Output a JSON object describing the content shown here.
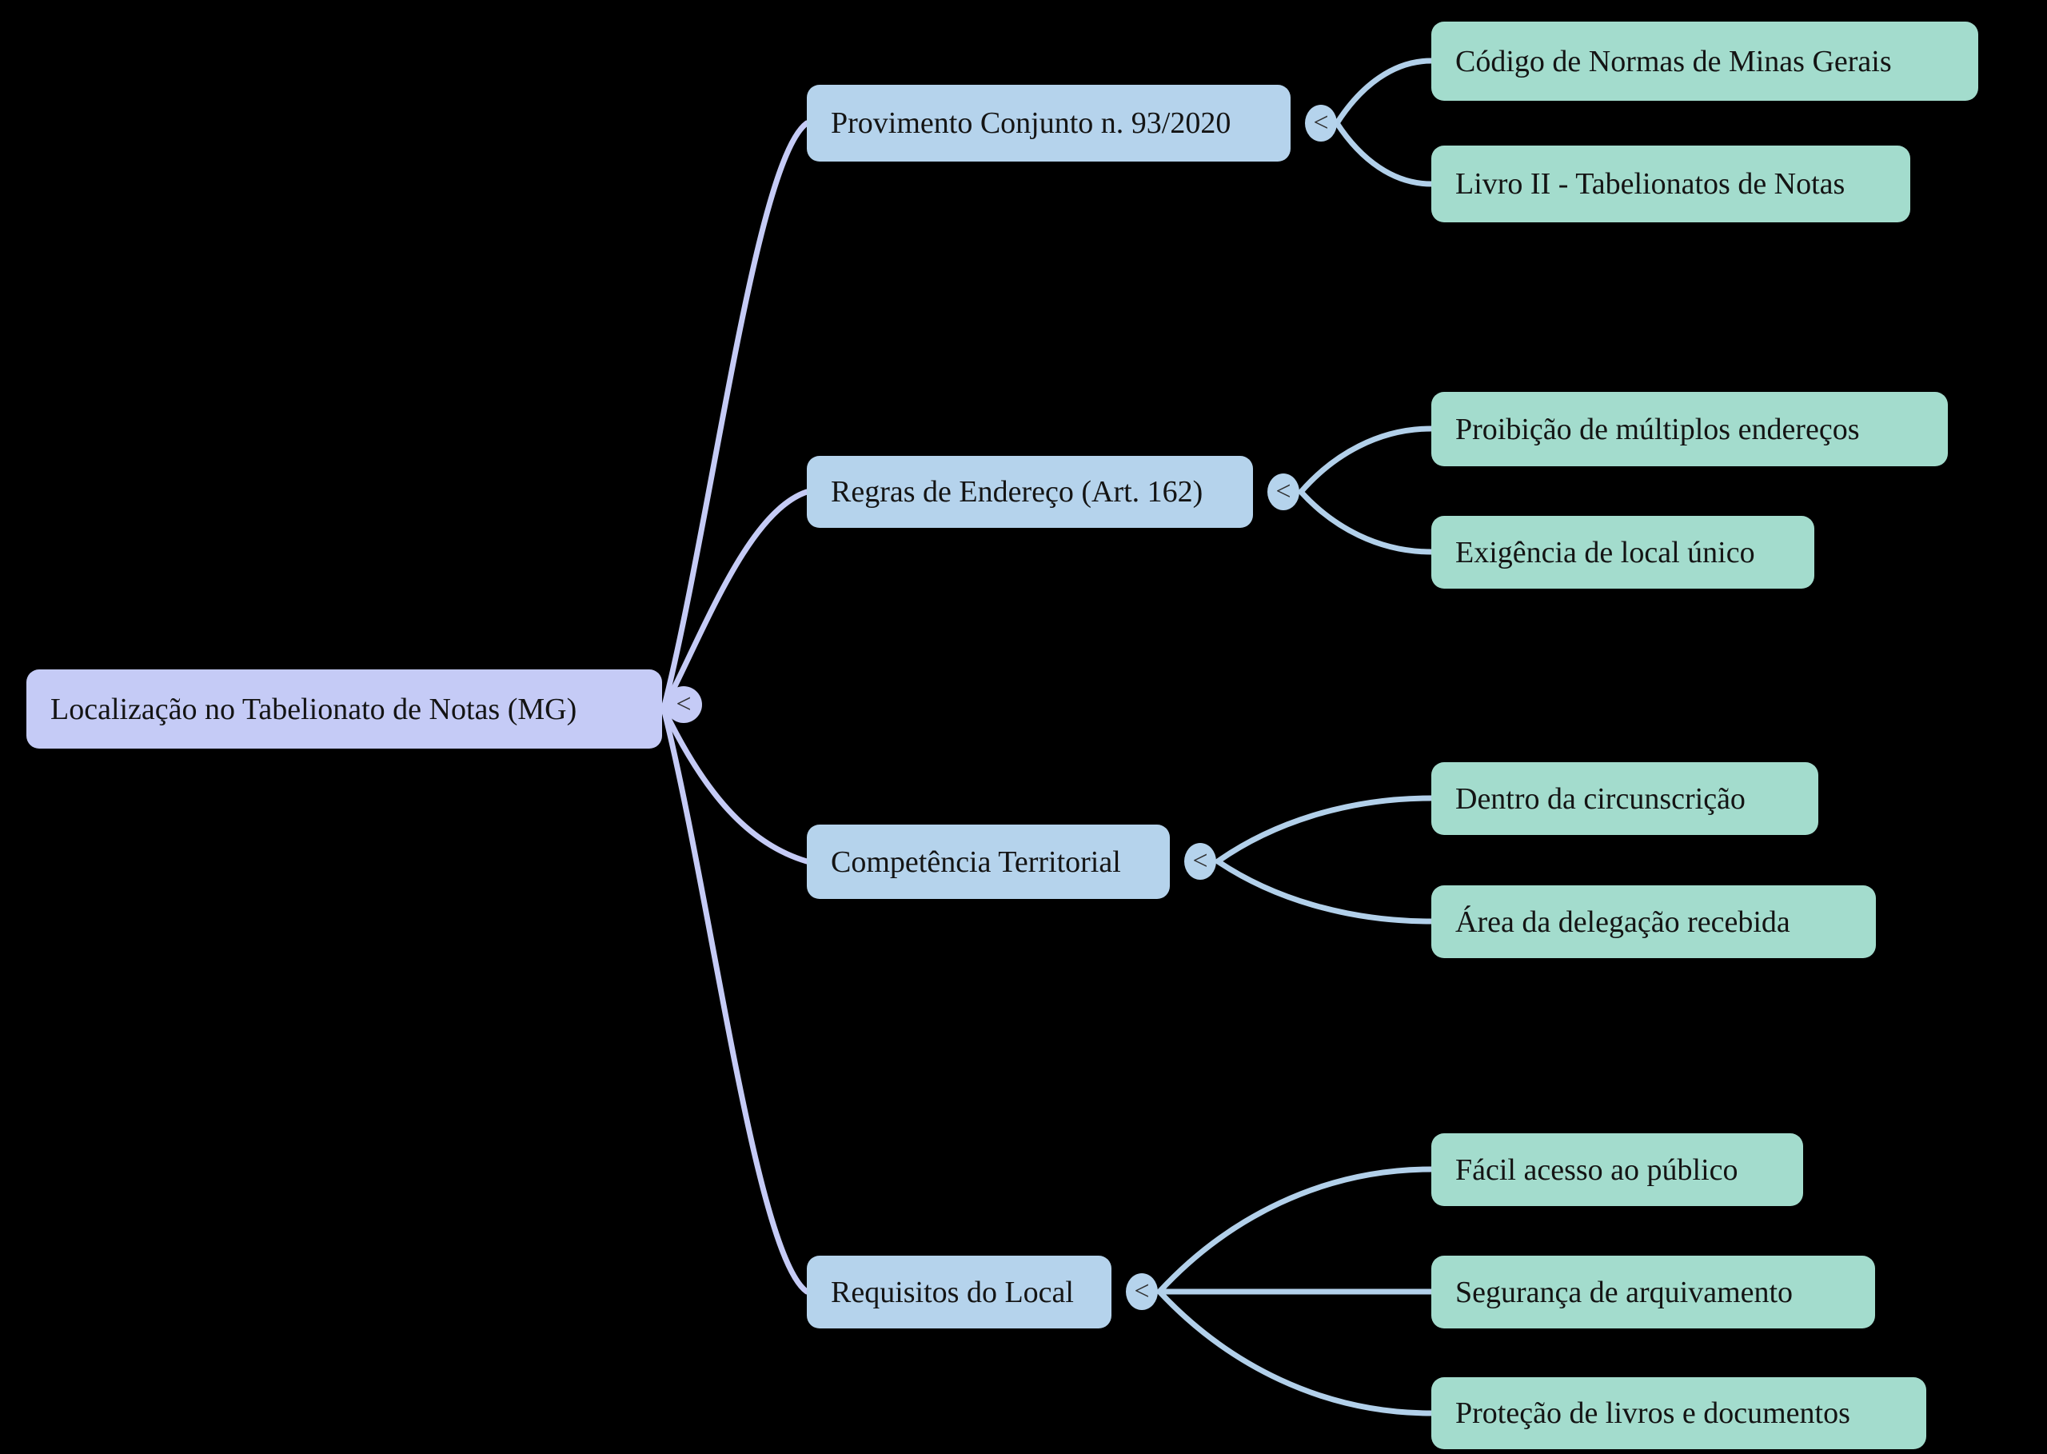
{
  "root": {
    "label": "Localização no Tabelionato de Notas (MG)"
  },
  "branches": [
    {
      "label": "Provimento Conjunto n. 93/2020",
      "children": [
        {
          "label": "Código de Normas de Minas Gerais"
        },
        {
          "label": "Livro II - Tabelionatos de Notas"
        }
      ]
    },
    {
      "label": "Regras de Endereço (Art. 162)",
      "children": [
        {
          "label": "Proibição de múltiplos endereços"
        },
        {
          "label": "Exigência de local único"
        }
      ]
    },
    {
      "label": "Competência Territorial",
      "children": [
        {
          "label": "Dentro da circunscrição"
        },
        {
          "label": "Área da delegação recebida"
        }
      ]
    },
    {
      "label": "Requisitos do Local",
      "children": [
        {
          "label": "Fácil acesso ao público"
        },
        {
          "label": "Segurança de arquivamento"
        },
        {
          "label": "Proteção de livros e documentos"
        }
      ]
    }
  ],
  "ui": {
    "toggle_glyph": "<"
  },
  "colors": {
    "background": "#000000",
    "root_fill": "#c5cbf6",
    "branch_fill": "#b5d3ec",
    "child_fill": "#a3dccd",
    "root_link": "#c5cbf6",
    "branch_link": "#b2d0ea",
    "text": "#141414",
    "toggle_glyph_color": "#2e2e2e"
  }
}
